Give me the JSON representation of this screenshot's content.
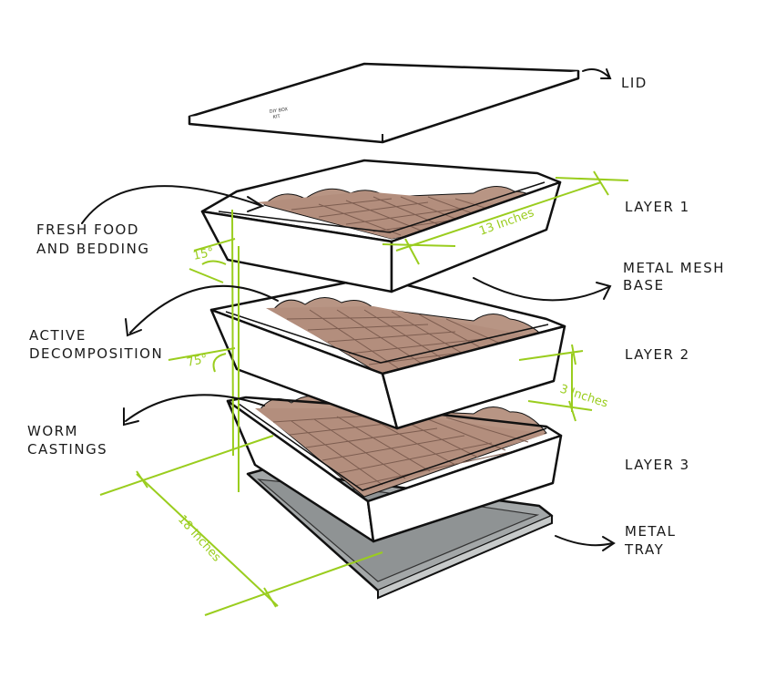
{
  "labels": {
    "lid": "LID",
    "layer1": "LAYER 1",
    "metal_mesh_base_1": "METAL MESH",
    "metal_mesh_base_2": "BASE",
    "layer2": "LAYER 2",
    "layer3": "LAYER 3",
    "metal_tray_1": "METAL",
    "metal_tray_2": "TRAY",
    "fresh_food_1": "FRESH FOOD",
    "fresh_food_2": "AND BEDDING",
    "active_1": "ACTIVE",
    "active_2": "DECOMPOSITION",
    "worm_1": "WORM",
    "worm_2": "CASTINGS"
  },
  "dimensions": {
    "width": "13 Inches",
    "depth": "3 Inches",
    "length": "18 Inches",
    "angle_top": "15°",
    "angle_side": "75°"
  },
  "lid_mark_1": "DIY BOX",
  "lid_mark_2": "KIT",
  "colors": {
    "dimension": "#9acd1e",
    "soil": "#b89584",
    "mesh": "#8a6a5c",
    "tray": "#9ea2a3",
    "ink": "#111111"
  }
}
